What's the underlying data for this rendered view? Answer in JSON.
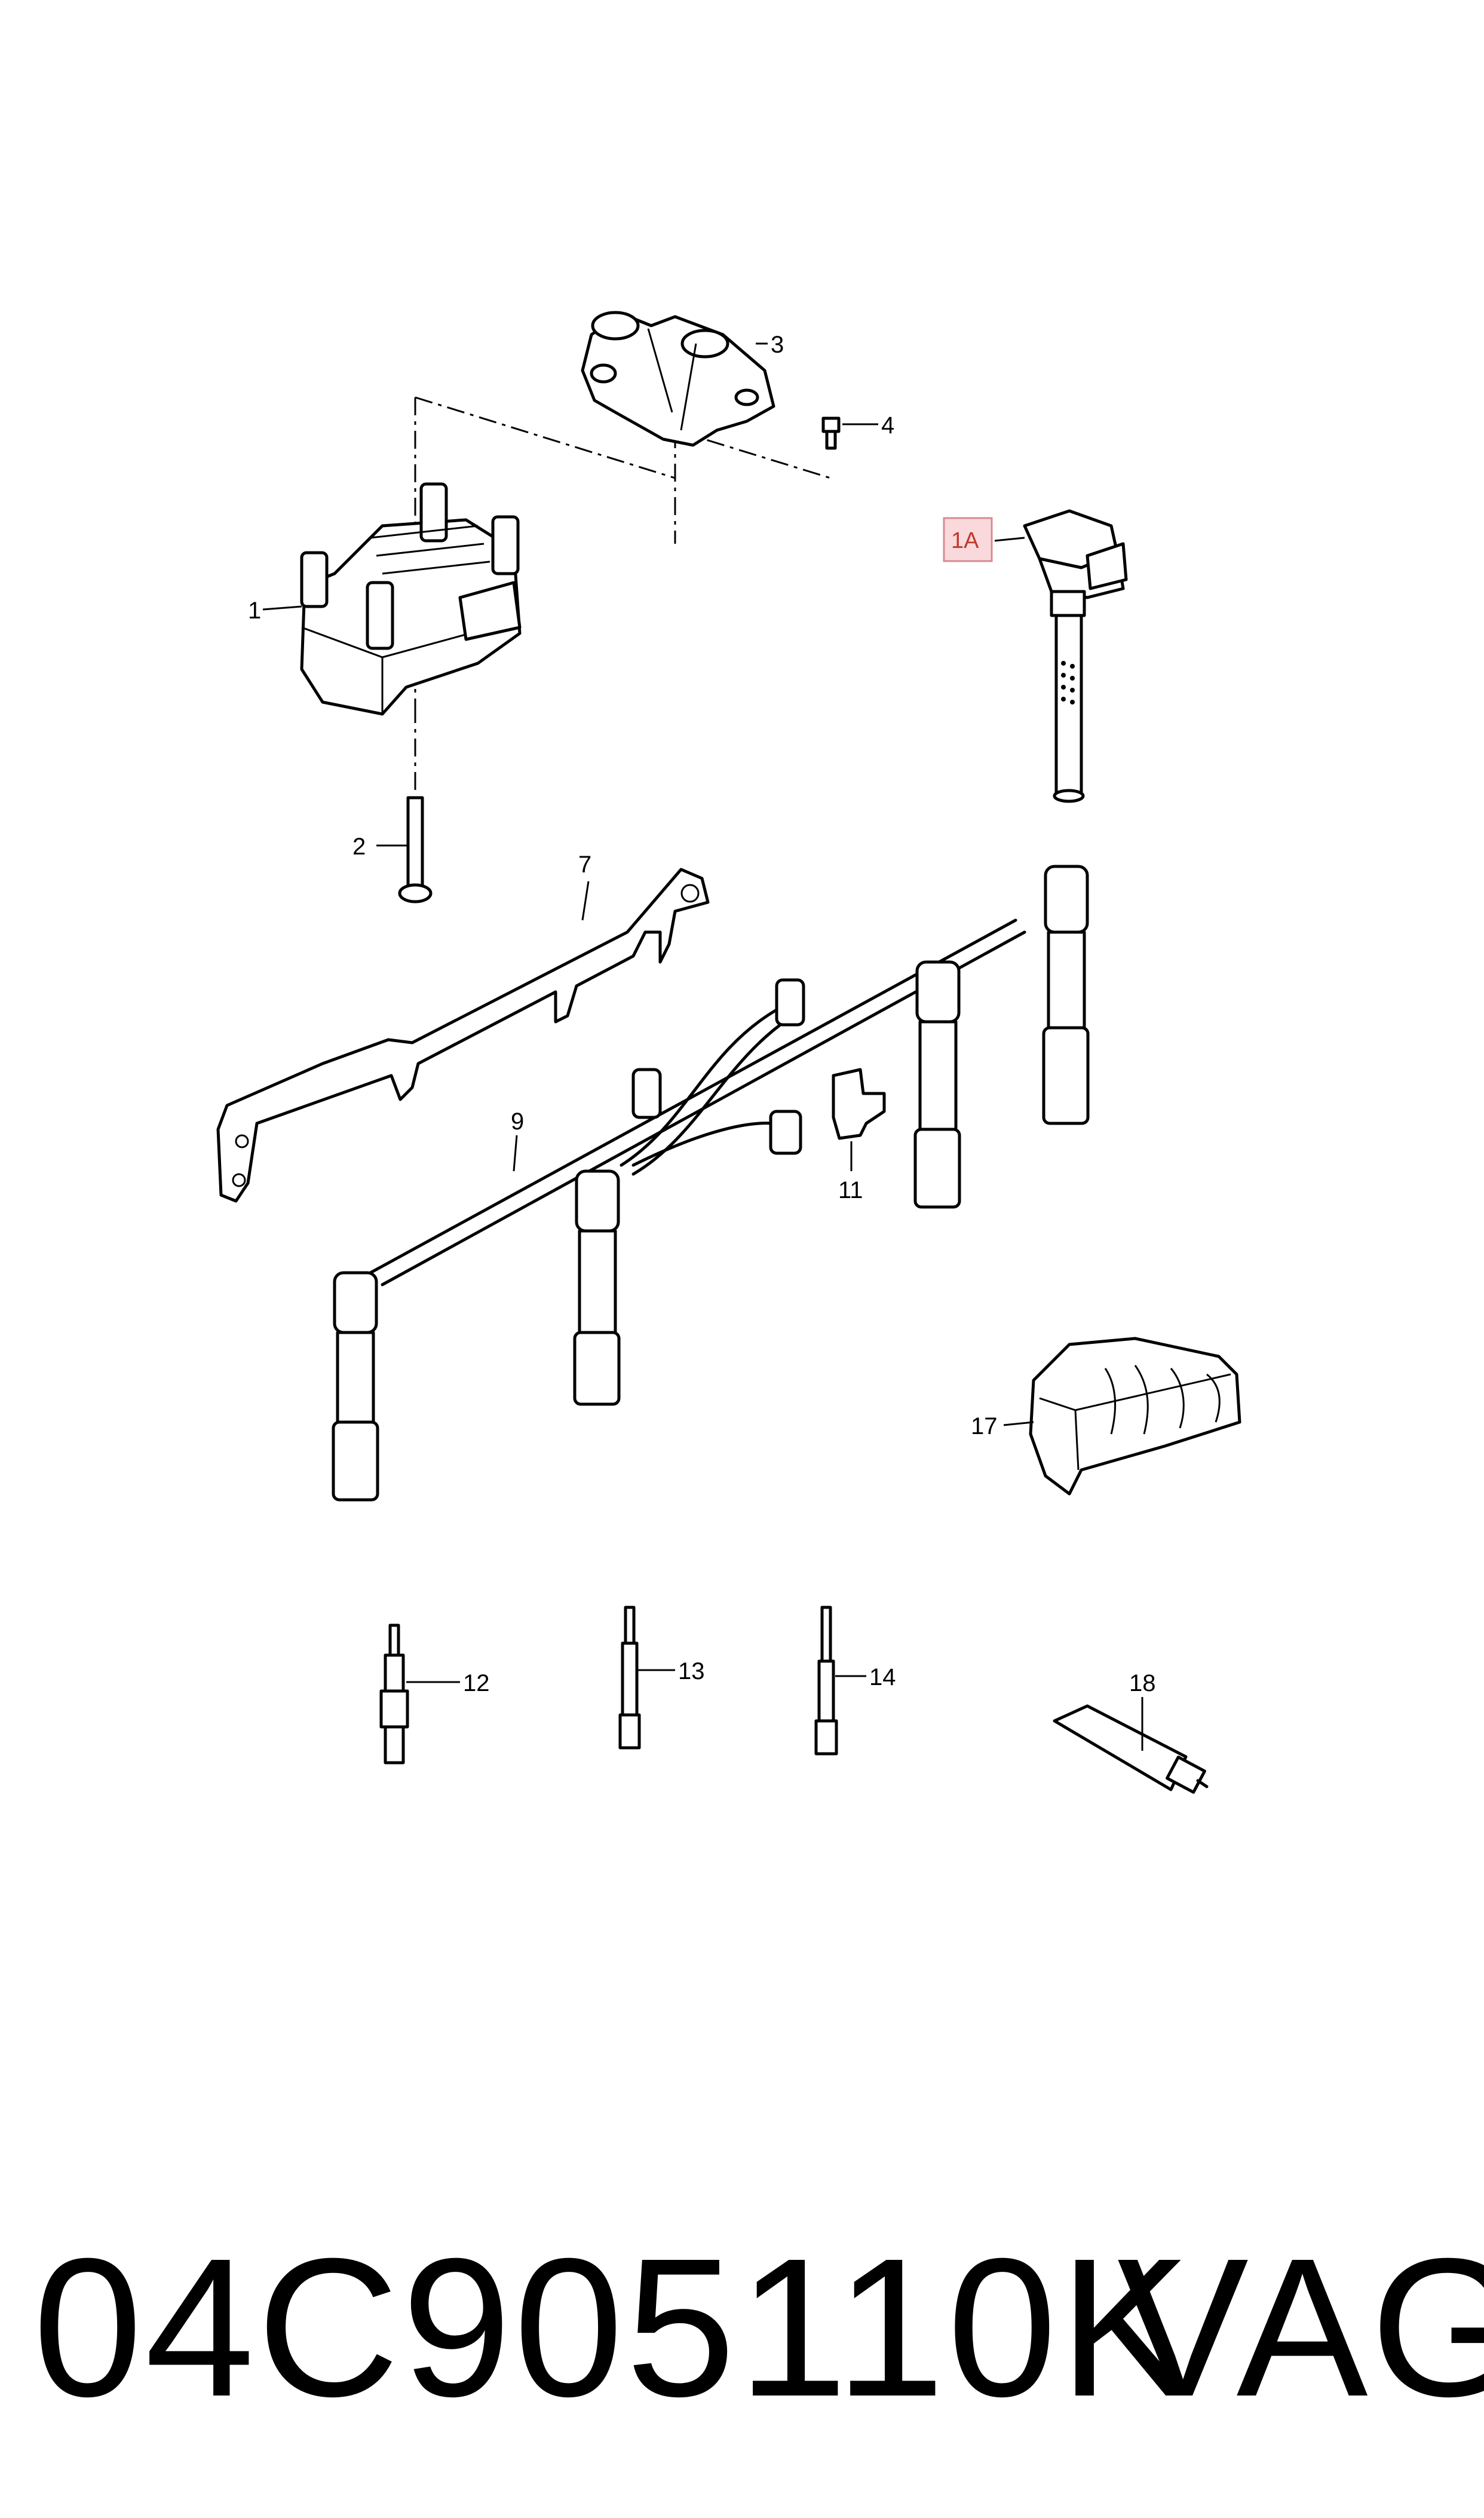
{
  "callouts": {
    "c1": "1",
    "c1a": "1A",
    "c2": "2",
    "c3": "3",
    "c4": "4",
    "c7": "7",
    "c9": "9",
    "c11": "11",
    "c12": "12",
    "c13": "13",
    "c14": "14",
    "c17": "17",
    "c18": "18"
  },
  "footer": {
    "part_number": "04C905110K",
    "brand": "VAG"
  },
  "colors": {
    "highlight_fill": "#f9d9dc",
    "highlight_stroke": "#d98a92",
    "line": "#000000"
  }
}
